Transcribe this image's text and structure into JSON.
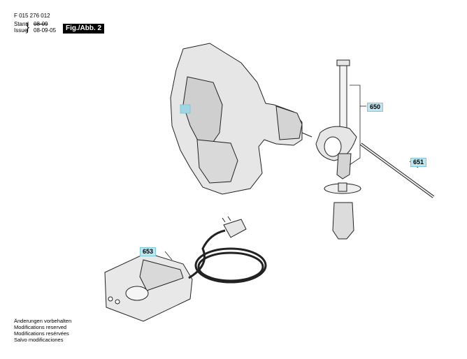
{
  "header": {
    "doc_number": "F 015 276 012",
    "stand_label": "Stand",
    "issue_label": "Issue",
    "stand_date": "08-09",
    "issue_date": "08-09-05",
    "figure_label": "Fig./Abb. 2"
  },
  "parts": [
    {
      "number": "650"
    },
    {
      "number": "651"
    },
    {
      "number": "653"
    }
  ],
  "footer_notes": [
    "Änderungen vorbehalten",
    "Modifications reserved",
    "Modifications resérvées",
    "Salvo modificaciones"
  ],
  "colors": {
    "tag_fill": "#bfe6ee",
    "line": "#222222",
    "body_shade": "#d9d9d9"
  }
}
